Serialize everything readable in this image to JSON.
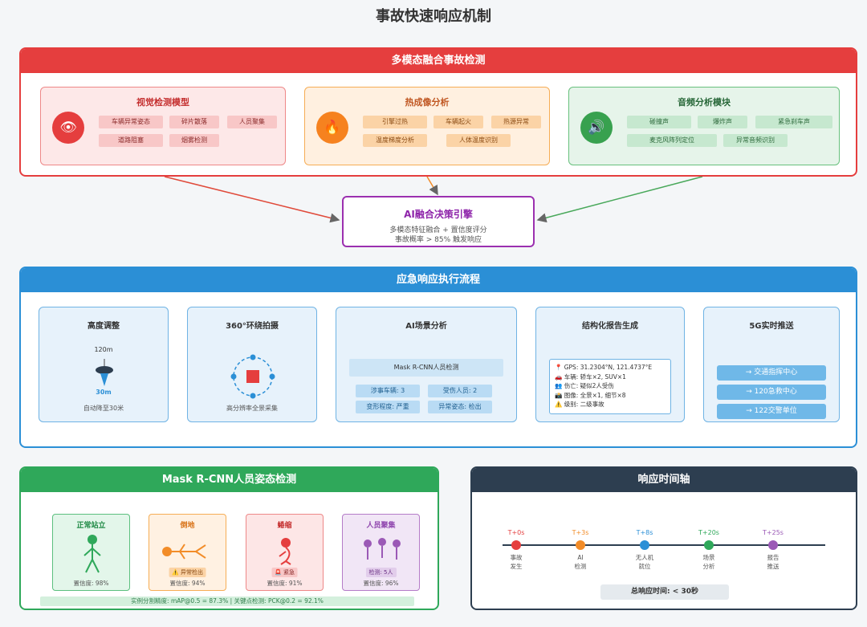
{
  "title": "事故快速响应机制",
  "detection": {
    "header": "多模态融合事故检测",
    "visual": {
      "title": "视觉检测模型",
      "icon": "eye-icon",
      "icon_glyph": "👁",
      "chips": [
        "车辆异常姿态",
        "碎片散落",
        "人员聚集",
        "道路阻塞",
        "烟雾检测"
      ]
    },
    "thermal": {
      "title": "热成像分析",
      "icon": "fire-icon",
      "icon_glyph": "🔥",
      "chips": [
        "引擎过热",
        "车辆起火",
        "热源异常",
        "温度梯度分析",
        "人体温度识别"
      ]
    },
    "audio": {
      "title": "音频分析模块",
      "icon": "speaker-icon",
      "icon_glyph": "🔊",
      "chips": [
        "碰撞声",
        "爆炸声",
        "紧急刹车声",
        "麦克风阵列定位",
        "异常音频识别"
      ]
    }
  },
  "fusion": {
    "title": "AI融合决策引擎",
    "line1": "多模态特征融合 + 置信度评分",
    "line2": "事故概率 > 85% 触发响应"
  },
  "response": {
    "header": "应急响应执行流程",
    "altitude": {
      "title": "高度调整",
      "from": "120m",
      "to": "30m",
      "caption": "自动降至30米"
    },
    "orbit": {
      "title": "360°环绕拍摄",
      "caption": "高分辨率全景采集"
    },
    "analysis": {
      "title": "AI场景分析",
      "model": "Mask R-CNN人员检测",
      "boxes": [
        "涉事车辆: 3",
        "受伤人员: 2",
        "变形程度: 严重",
        "异常姿态: 检出"
      ]
    },
    "report": {
      "title": "结构化报告生成",
      "lines": [
        "📍 GPS: 31.2304°N, 121.4737°E",
        "🚗 车辆: 轿车×2, SUV×1",
        "👥 伤亡: 疑似2人受伤",
        "📸 图像: 全景×1, 细节×8",
        "⚠️ 级别: 二级事故"
      ]
    },
    "push": {
      "title": "5G实时推送",
      "targets": [
        "→ 交通指挥中心",
        "→ 120急救中心",
        "→ 122交警单位"
      ]
    }
  },
  "pose": {
    "header": "Mask R-CNN人员姿态检测",
    "cards": [
      {
        "title": "正常站立",
        "conf": "置信度: 98%",
        "color": "#2fa85a"
      },
      {
        "title": "倒地",
        "tag": "⚠️ 异常检出",
        "conf": "置信度: 94%",
        "color": "#f28c28"
      },
      {
        "title": "蜷缩",
        "tag": "🚨 紧急",
        "conf": "置信度: 91%",
        "color": "#e53e3e"
      },
      {
        "title": "人员聚集",
        "tag": "检测: 5人",
        "conf": "置信度: 96%",
        "color": "#9b59b6"
      }
    ],
    "metric": "实例分割精度: mAP@0.5 = 87.3% | 关键点检测: PCK@0.2 = 92.1%"
  },
  "timeline": {
    "header": "响应时间轴",
    "events": [
      {
        "time": "T+0s",
        "line1": "事故",
        "line2": "发生",
        "color": "#e53e3e"
      },
      {
        "time": "T+3s",
        "line1": "AI",
        "line2": "检测",
        "color": "#f28c28"
      },
      {
        "time": "T+8s",
        "line1": "无人机",
        "line2": "就位",
        "color": "#2b8fd6"
      },
      {
        "time": "T+20s",
        "line1": "场景",
        "line2": "分析",
        "color": "#2fa85a"
      },
      {
        "time": "T+25s",
        "line1": "报告",
        "line2": "推送",
        "color": "#9b59b6"
      }
    ],
    "total": "总响应时间: < 30秒"
  }
}
